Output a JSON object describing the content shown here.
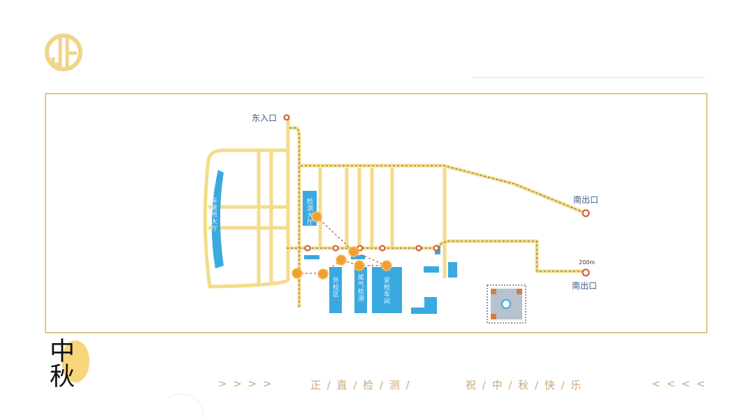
{
  "header": {
    "logo_icon": "gold-circle-logo"
  },
  "map": {
    "entrance_label": "东入口",
    "exit_north_label": "南出口",
    "exit_south_label": "南出口",
    "distance_label": "200m",
    "buildings": {
      "dmv_hall": "车管所大厅",
      "inspection_hall": "检测大厅",
      "exterior_check": "外检区",
      "emission_test": "尾气检测",
      "safety_workshop": "安检车间"
    },
    "colors": {
      "road": "#f3dc8a",
      "building": "#3aa9df",
      "marker": "#f0a030",
      "junction": "#d0532d",
      "frame": "#e2c982"
    },
    "qr_icon": "qr-code"
  },
  "footer": {
    "logo_text": "中秋",
    "arrows_left": "> > > >",
    "slogan_1": "正 / 直 / 检 / 测 /",
    "slogan_2": "祝 / 中 / 秋 / 快 / 乐",
    "arrows_right": "< < < <"
  }
}
